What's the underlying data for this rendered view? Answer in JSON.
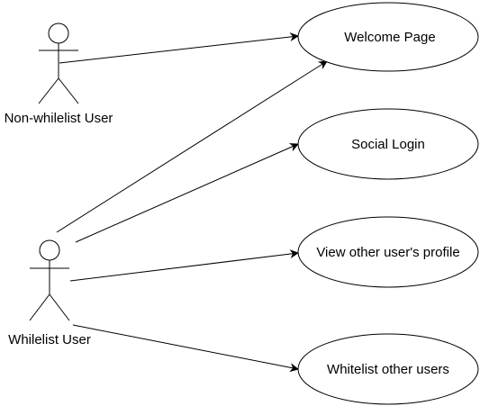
{
  "diagram": {
    "actors": [
      {
        "id": "non-whitelist",
        "label": "Non-whilelist User"
      },
      {
        "id": "whitelist",
        "label": "Whilelist User"
      }
    ],
    "use_cases": [
      {
        "id": "welcome",
        "label": "Welcome Page"
      },
      {
        "id": "social-login",
        "label": "Social Login"
      },
      {
        "id": "view-profile",
        "label": "View other user's profile"
      },
      {
        "id": "whitelist-users",
        "label": "Whitelist other users"
      }
    ],
    "associations": [
      {
        "from": "non-whitelist",
        "to": "welcome"
      },
      {
        "from": "whitelist",
        "to": "welcome"
      },
      {
        "from": "whitelist",
        "to": "social-login"
      },
      {
        "from": "whitelist",
        "to": "view-profile"
      },
      {
        "from": "whitelist",
        "to": "whitelist-users"
      }
    ],
    "colors": {
      "stroke": "#000000",
      "fill": "#ffffff",
      "text": "#000000"
    }
  }
}
